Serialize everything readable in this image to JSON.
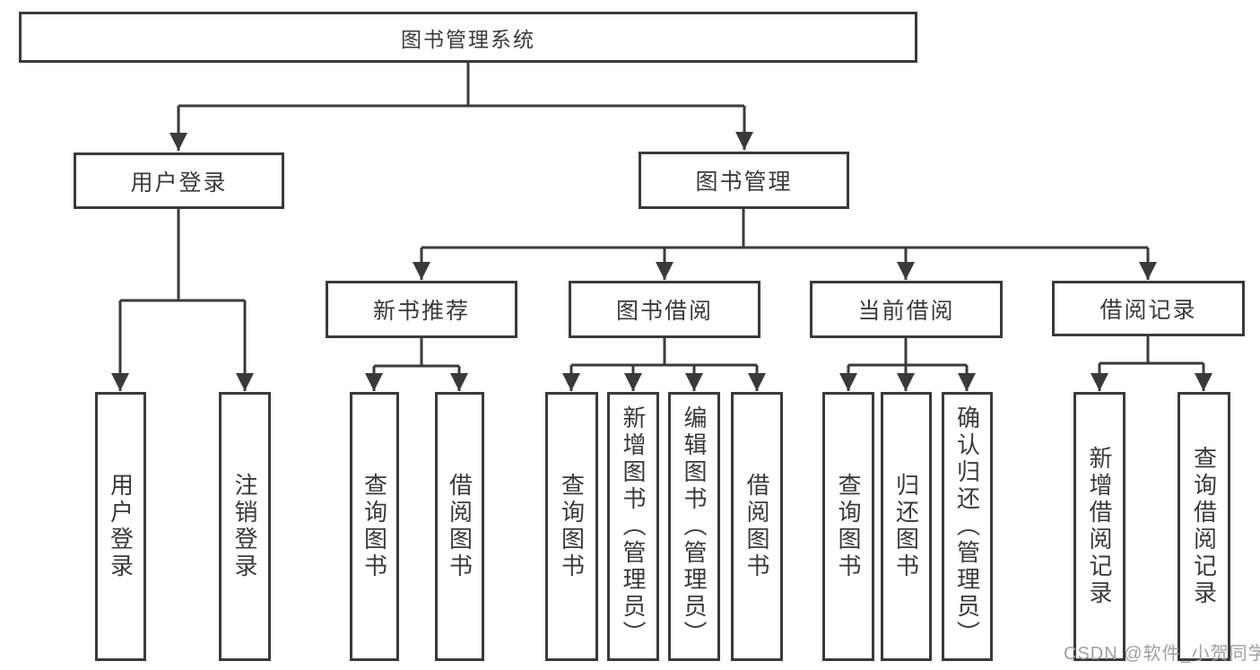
{
  "diagram": {
    "title": "图书管理系统",
    "nodes": {
      "root": "图书管理系统",
      "user_login": "用户登录",
      "book_management": "图书管理",
      "new_book_recommendation": "新书推荐",
      "book_borrowing": "图书借阅",
      "current_borrowing": "当前借阅",
      "borrowing_records": "借阅记录",
      "ul_user_login": "用户登录",
      "ul_logout": "注销登录",
      "nb_query_books": "查询图书",
      "nb_borrow_books": "借阅图书",
      "bb_query_books": "查询图书",
      "bb_add_books_admin": "新增图书（管理员）",
      "bb_edit_books_admin": "编辑图书（管理员）",
      "bb_borrow_books": "借阅图书",
      "cb_query_books": "查询图书",
      "cb_return_books": "归还图书",
      "cb_confirm_return_admin": "确认归还（管理员）",
      "br_add_record": "新增借阅记录",
      "br_query_record": "查询借阅记录"
    },
    "edges": [
      [
        "root",
        "user_login"
      ],
      [
        "root",
        "book_management"
      ],
      [
        "user_login",
        "ul_user_login"
      ],
      [
        "user_login",
        "ul_logout"
      ],
      [
        "book_management",
        "new_book_recommendation"
      ],
      [
        "book_management",
        "book_borrowing"
      ],
      [
        "book_management",
        "current_borrowing"
      ],
      [
        "book_management",
        "borrowing_records"
      ],
      [
        "new_book_recommendation",
        "nb_query_books"
      ],
      [
        "new_book_recommendation",
        "nb_borrow_books"
      ],
      [
        "book_borrowing",
        "bb_query_books"
      ],
      [
        "book_borrowing",
        "bb_add_books_admin"
      ],
      [
        "book_borrowing",
        "bb_edit_books_admin"
      ],
      [
        "book_borrowing",
        "bb_borrow_books"
      ],
      [
        "current_borrowing",
        "cb_query_books"
      ],
      [
        "current_borrowing",
        "cb_return_books"
      ],
      [
        "current_borrowing",
        "cb_confirm_return_admin"
      ],
      [
        "borrowing_records",
        "br_add_record"
      ],
      [
        "borrowing_records",
        "br_query_record"
      ]
    ],
    "colors": {
      "line": "#3a3a3a",
      "text": "#3a3a3a",
      "box_fill": "#ffffff",
      "background": "#ffffff",
      "watermark": "#9f9f9f"
    }
  },
  "watermark": {
    "text": "CSDN @软件_小贺同学"
  }
}
